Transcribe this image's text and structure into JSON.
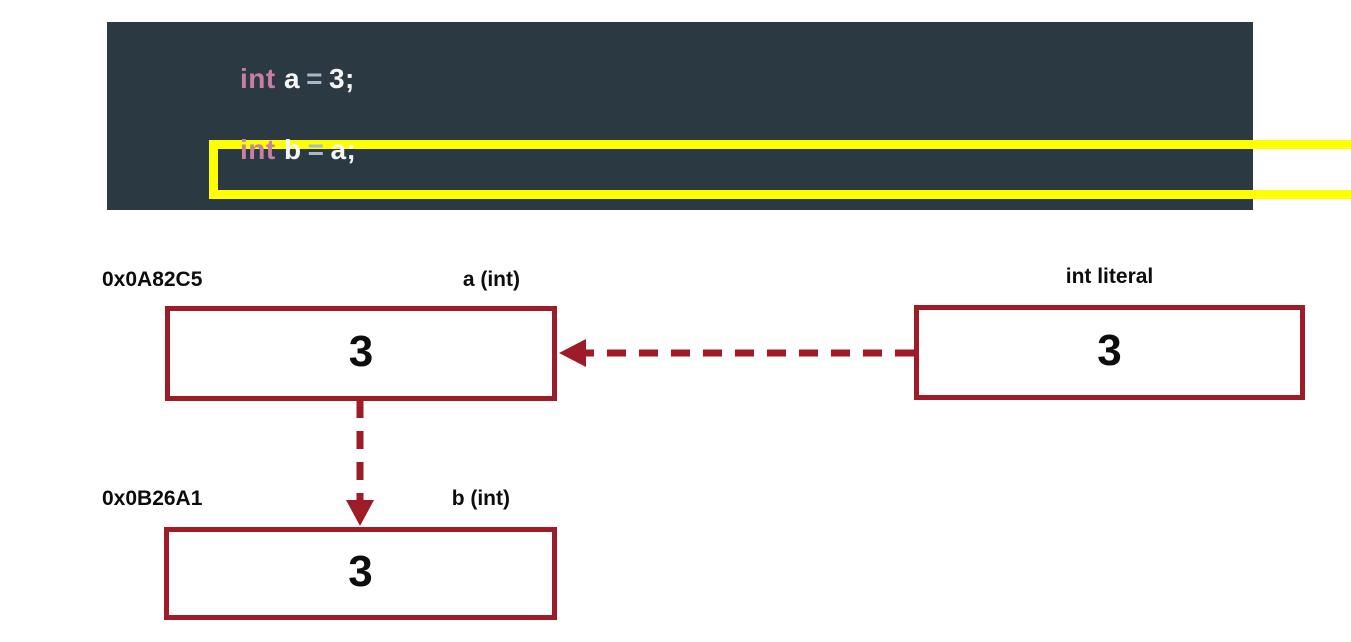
{
  "code_panel": {
    "line1": {
      "keyword": "int",
      "name": "a",
      "operator": "=",
      "value": "3;"
    },
    "line2": {
      "keyword": "int",
      "name": "b",
      "operator": "=",
      "value": "a;"
    }
  },
  "memory_diagram": {
    "variable_a": {
      "address": "0x0A82C5",
      "label": "a (int)",
      "value": "3"
    },
    "literal": {
      "label": "int literal",
      "value": "3"
    },
    "variable_b": {
      "address": "0x0B26A1",
      "label": "b (int)",
      "value": "3"
    }
  },
  "icons": {
    "arrow_literal_to_a": "dashed-arrow-left-icon",
    "arrow_a_to_b": "dashed-arrow-down-icon"
  },
  "colors": {
    "code_background": "#2B3942",
    "code_keyword": "#C77FA8",
    "code_operator": "#A9B7C6",
    "code_text": "#F5F5F5",
    "line_highlight": "#FFFF00",
    "box_border": "#9E1B28",
    "arrow": "#9E1B28",
    "label_text": "#0D0D0D"
  }
}
